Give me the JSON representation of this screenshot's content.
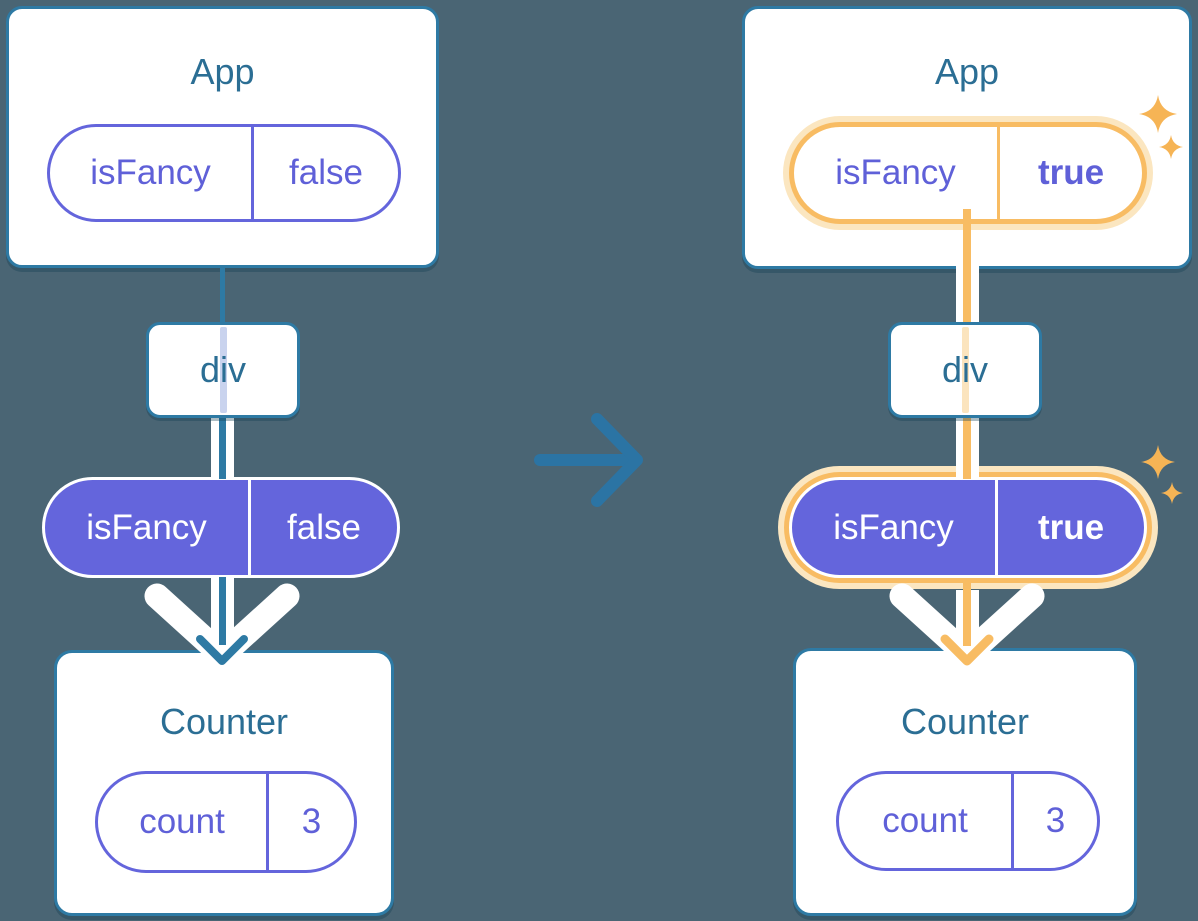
{
  "diagram": {
    "description_texts": {},
    "left_tree": {
      "app_card": {
        "title": "App",
        "prop_pill": {
          "name": "isFancy",
          "value": "false"
        }
      },
      "div_node": {
        "label": "div"
      },
      "passed_prop_pill": {
        "name": "isFancy",
        "value": "false"
      },
      "counter_card": {
        "title": "Counter",
        "state_pill": {
          "name": "count",
          "value": "3"
        }
      }
    },
    "right_tree": {
      "app_card": {
        "title": "App",
        "prop_pill": {
          "name": "isFancy",
          "value": "true"
        }
      },
      "div_node": {
        "label": "div"
      },
      "passed_prop_pill": {
        "name": "isFancy",
        "value": "true"
      },
      "counter_card": {
        "title": "Counter",
        "state_pill": {
          "name": "count",
          "value": "3"
        }
      }
    },
    "icons": {
      "transition_arrow": "right-arrow",
      "sparkle_large": "four-point-star",
      "sparkle_small": "four-point-star"
    }
  },
  "colors": {
    "background": "#4A6574",
    "card_border": "#2E7AA4",
    "title_text": "#2B6E94",
    "purple": "#6465DC",
    "purple_text": "#5F60D8",
    "orange": "#F8BC63",
    "orange_glow": "#FBE6C0",
    "sparkle": "#F6B455",
    "arrow_blue": "#2B74A4",
    "faded_purple_line": "#C9D3EE",
    "faded_orange_line": "#FBE4BE"
  }
}
